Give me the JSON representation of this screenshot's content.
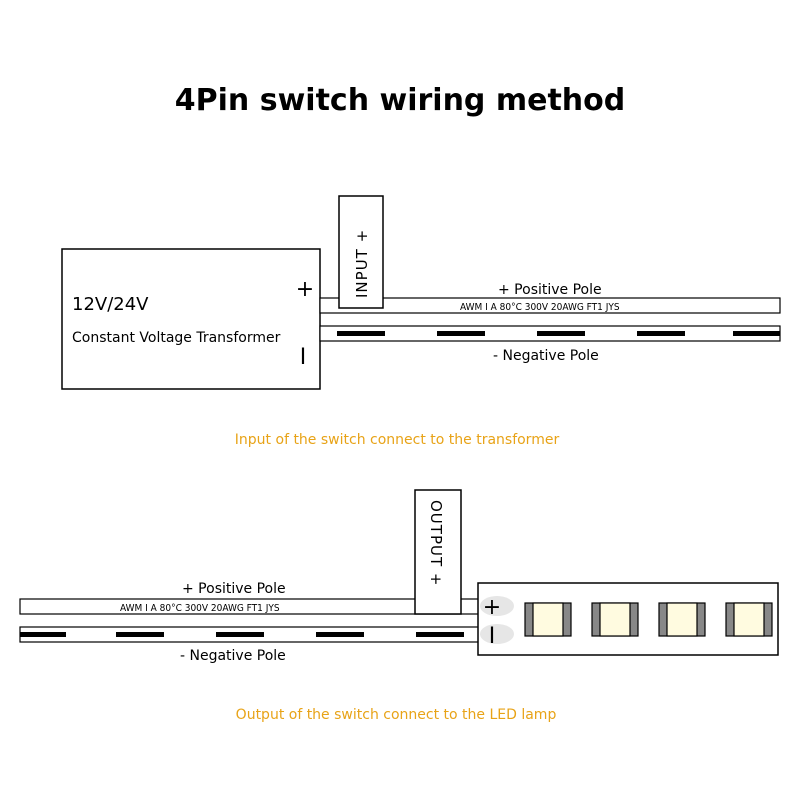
{
  "title": "4Pin switch wiring method",
  "top": {
    "input_label": "INPUT +",
    "transformer_voltage": "12V/24V",
    "transformer_desc": "Constant Voltage Transformer",
    "plus_sign": "+",
    "minus_sign": "I",
    "positive_pole": "+ Positive Pole",
    "negative_pole": "- Negative Pole",
    "wire_print": "AWM I A   80°C 300V 20AWG FT1 JYS",
    "caption": "Input of the switch connect to the transformer"
  },
  "bottom": {
    "output_label": "OUTPUT +",
    "positive_pole": "+ Positive Pole",
    "negative_pole": "- Negative Pole",
    "wire_print": "AWM I A   80°C 300V 20AWG FT1 JYS",
    "plus_sign": "+",
    "minus_sign": "I",
    "caption": "Output of the switch connect to the LED lamp"
  },
  "colors": {
    "caption": "#e8a317",
    "led_chip": "#fffbe0",
    "stroke": "#000000"
  }
}
